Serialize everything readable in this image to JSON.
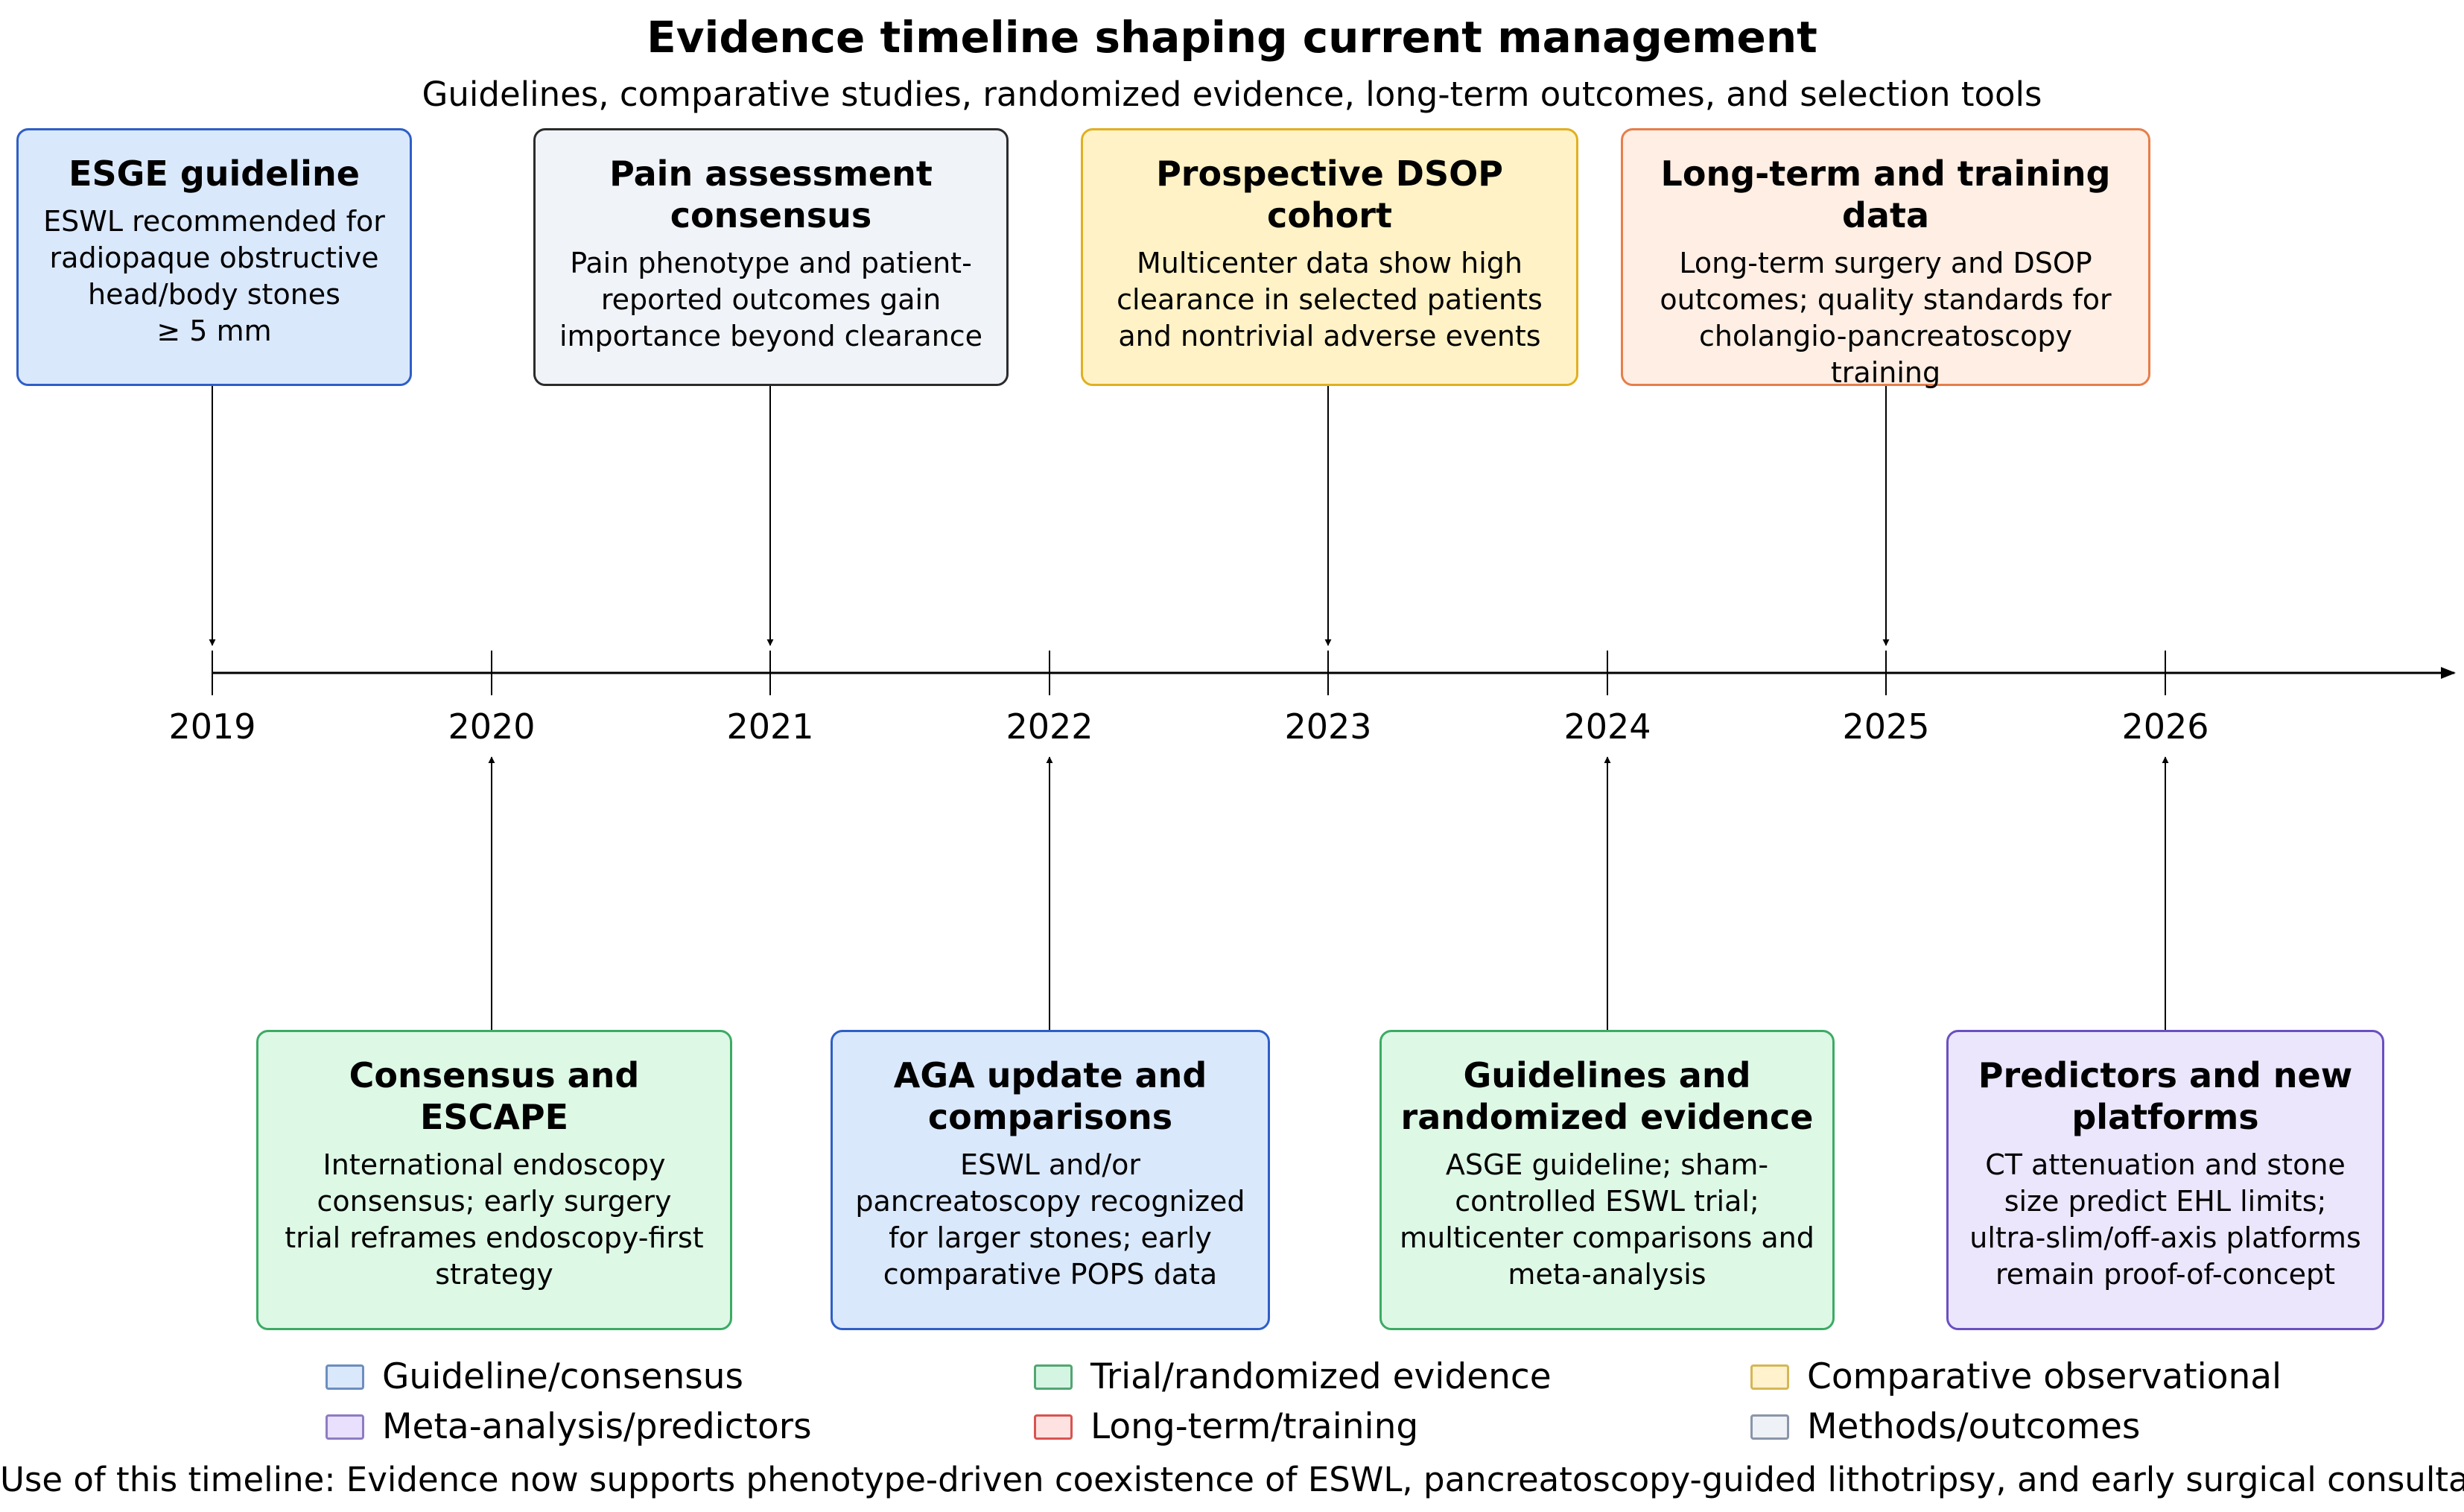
{
  "title": "Evidence timeline shaping current management",
  "subtitle": "Guidelines, comparative studies, randomized evidence, long-term outcomes, and selection tools",
  "years": [
    "2019",
    "2020",
    "2021",
    "2022",
    "2023",
    "2024",
    "2025",
    "2026"
  ],
  "events_top": [
    {
      "heading": "ESGE guideline",
      "body": [
        "ESWL recommended for",
        "radiopaque obstructive",
        "head/body stones",
        "≥ 5 mm"
      ],
      "year": "2019",
      "category": "Guideline/consensus"
    },
    {
      "heading": "Pain assessment consensus",
      "body": [
        "Pain phenotype and patient-",
        "reported outcomes gain",
        "importance beyond clearance"
      ],
      "year": "2021",
      "category": "Methods/outcomes"
    },
    {
      "heading": "Prospective DSOP cohort",
      "body": [
        "Multicenter data show high",
        "clearance in selected patients",
        "and nontrivial adverse events"
      ],
      "year": "2023",
      "category": "Comparative observational"
    },
    {
      "heading": "Long-term and training data",
      "body": [
        "Long-term surgery and DSOP",
        "outcomes; quality standards for",
        "cholangio-pancreatoscopy training"
      ],
      "year": "2025",
      "category": "Long-term/training"
    }
  ],
  "events_bottom": [
    {
      "heading": "Consensus and ESCAPE",
      "body": [
        "International endoscopy",
        "consensus; early surgery",
        "trial reframes endoscopy-first",
        "strategy"
      ],
      "year": "2020",
      "category": "Trial/randomized evidence"
    },
    {
      "heading": "AGA update and comparisons",
      "body": [
        "ESWL and/or",
        "pancreatoscopy recognized",
        "for larger stones; early",
        "comparative POPS data"
      ],
      "year": "2022",
      "category": "Guideline/consensus"
    },
    {
      "heading": "Guidelines and randomized evidence",
      "body": [
        "ASGE guideline; sham-",
        "controlled ESWL trial;",
        "multicenter comparisons and",
        "meta-analysis"
      ],
      "year": "2024",
      "category": "Trial/randomized evidence"
    },
    {
      "heading": "Predictors and new platforms",
      "body": [
        "CT attenuation and stone",
        "size predict EHL limits;",
        "ultra-slim/off-axis platforms",
        "remain proof-of-concept"
      ],
      "year": "2026",
      "category": "Meta-analysis/predictors"
    }
  ],
  "legend": [
    {
      "label": "Guideline/consensus",
      "fill": "#dae8fc",
      "stroke": "#6c8ebf"
    },
    {
      "label": "Trial/randomized evidence",
      "fill": "#d5f5e3",
      "stroke": "#52a672"
    },
    {
      "label": "Comparative observational",
      "fill": "#fff2cc",
      "stroke": "#d6b656"
    },
    {
      "label": "Meta-analysis/predictors",
      "fill": "#e8e0fc",
      "stroke": "#8e7cc3"
    },
    {
      "label": "Long-term/training",
      "fill": "#fde2e1",
      "stroke": "#d9534f"
    },
    {
      "label": "Methods/outcomes",
      "fill": "#eef1f6",
      "stroke": "#8a95a8"
    }
  ],
  "box_colors": {
    "ESGE guideline": {
      "fill": "#dae8fc",
      "stroke": "#2e5ec7"
    },
    "Pain assessment consensus": {
      "fill": "#f0f3f8",
      "stroke": "#2b2b2b"
    },
    "Prospective DSOP cohort": {
      "fill": "#fff2c6",
      "stroke": "#e0b020"
    },
    "Long-term and training data": {
      "fill": "#feeee3",
      "stroke": "#e67e4a"
    },
    "Consensus and ESCAPE": {
      "fill": "#def8e6",
      "stroke": "#3cab64"
    },
    "AGA update and comparisons": {
      "fill": "#dae8fc",
      "stroke": "#2e5ec7"
    },
    "Guidelines and randomized evidence": {
      "fill": "#def8e6",
      "stroke": "#3cab64"
    },
    "Predictors and new platforms": {
      "fill": "#ece6fc",
      "stroke": "#6a4fc0"
    }
  },
  "footer": "Use of this timeline: Evidence now supports phenotype-driven coexistence of ESWL, pancreatoscopy-guided lithotripsy, and early surgical consultation."
}
